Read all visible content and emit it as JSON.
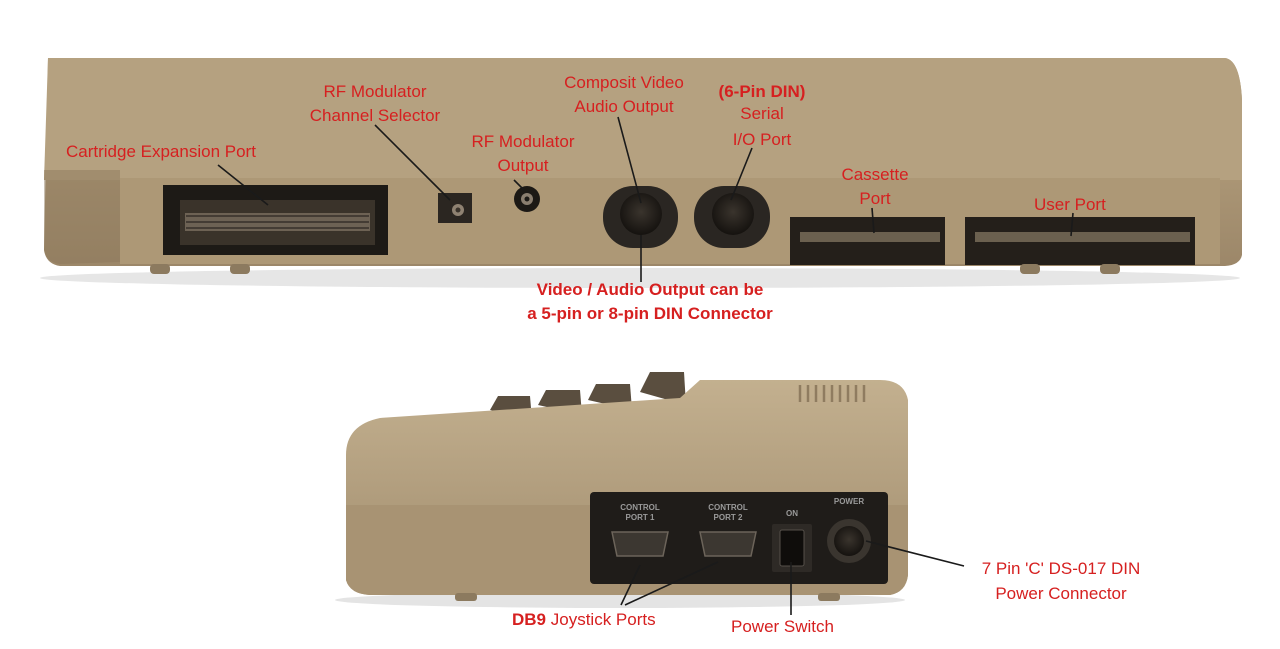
{
  "labels": {
    "cartridge_port": "Cartridge Expansion Port",
    "rf_channel_line1": "RF Modulator",
    "rf_channel_line2": "Channel Selector",
    "rf_output_line1": "RF Modulator",
    "rf_output_line2": "Output",
    "composite_line1": "Composit Video",
    "composite_line2": "Audio Output",
    "serial_din": "(6-Pin DIN)",
    "serial_line1": "Serial",
    "serial_line2": "I/O Port",
    "cassette_line1": "Cassette",
    "cassette_line2": "Port",
    "user_port": "User Port",
    "video_note_line1": "Video / Audio Output can be",
    "video_note_line2": "a 5-pin or 8-pin DIN Connector",
    "db9_prefix": "DB9",
    "joystick_ports": "Joystick Ports",
    "power_switch": "Power Switch",
    "power_connector_line1": "7 Pin 'C' DS-017 DIN",
    "power_connector_line2": "Power Connector"
  },
  "panel_text": {
    "control_port_1_a": "CONTROL",
    "control_port_1_b": "PORT  1",
    "control_port_2_a": "CONTROL",
    "control_port_2_b": "PORT  2",
    "switch_on": "ON",
    "power": "POWER"
  },
  "colors": {
    "label_red": "#d62020",
    "case_beige": "#b49f7c",
    "port_dark": "#2a2622"
  }
}
